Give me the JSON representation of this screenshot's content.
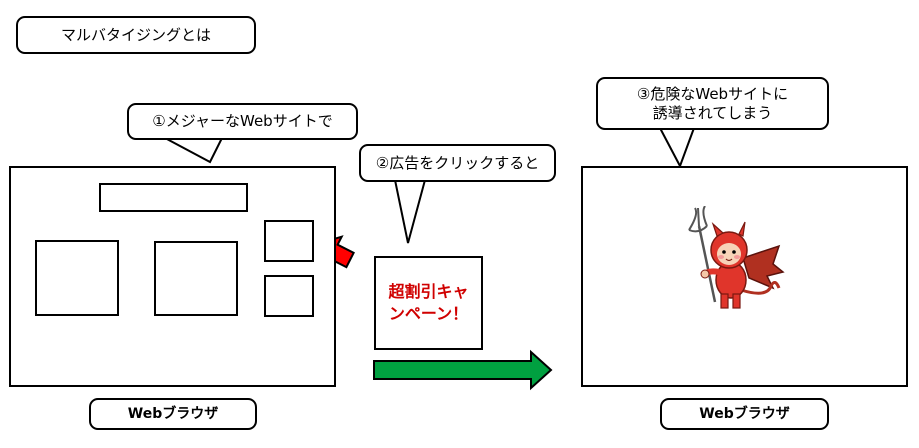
{
  "title": "マルバタイジングとは",
  "callouts": {
    "step1": "①メジャーなWebサイトで",
    "step2": "②広告をクリックすると",
    "step3_line1": "③危険なWebサイトに",
    "step3_line2": "誘導されてしまう"
  },
  "ad": {
    "line1": "超割引キャ",
    "line2": "ンペーン！"
  },
  "browser_left_label": "Webブラウザ",
  "browser_right_label": "Webブラウザ",
  "colors": {
    "ad_text": "#d00000",
    "red_arrow": "#ff0000",
    "green_arrow": "#00a040"
  },
  "icons": {
    "character": "devil-character-icon"
  }
}
